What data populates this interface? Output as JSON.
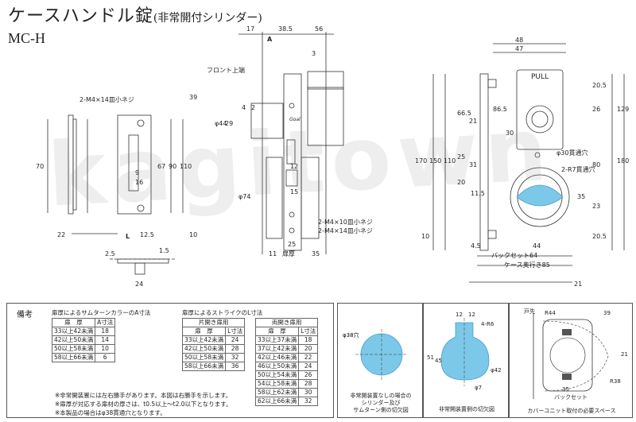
{
  "header": {
    "title": "ケースハンドル錠",
    "subtitle": "(非常開付シリンダー)",
    "model": "MC-H"
  },
  "drawing": {
    "dims_left": [
      "2-M4×14皿小ネジ",
      "70",
      "22",
      "L",
      "12.5",
      "2.5",
      "1.5",
      "24",
      "9",
      "16",
      "67",
      "90",
      "110",
      "39",
      "10"
    ],
    "dims_top": [
      "17",
      "38.5",
      "56",
      "A",
      "3",
      "フロント上端"
    ],
    "dims_mid": [
      "φ44",
      "29",
      "2",
      "4",
      "12",
      "15",
      "φ74",
      "25",
      "11",
      "扉厚",
      "35",
      "2-M4×10皿小ネジ",
      "2-M4×14皿小ネジ"
    ],
    "dims_right": [
      "48",
      "47",
      "PULL",
      "20.5",
      "26",
      "129",
      "180",
      "170",
      "150",
      "110",
      "66.5",
      "86.5",
      "30",
      "21",
      "25",
      "31",
      "20",
      "11.5",
      "35",
      "80",
      "23",
      "20.5",
      "10",
      "φ30貫通穴",
      "2-R7貫通穴",
      "4.5",
      "44",
      "バックセット64",
      "ケース奥行き85",
      "21"
    ],
    "brand": "Goal"
  },
  "notes": {
    "heading": "備考",
    "tableA": {
      "title": "扉厚によるサムターンカラーのA寸法",
      "headers": [
        "扉　厚",
        "A寸法"
      ],
      "rows": [
        [
          "33以上42未満",
          "18"
        ],
        [
          "42以上50未満",
          "14"
        ],
        [
          "50以上58未満",
          "10"
        ],
        [
          "58以上66未満",
          "6"
        ]
      ]
    },
    "tableL": {
      "title": "扉厚によるストライクのL寸法",
      "single_head": "片開き扉用",
      "double_head": "両開き扉用",
      "headers": [
        "扉　厚",
        "L寸法",
        "扉　厚",
        "L寸法"
      ],
      "single": [
        [
          "33以上42未満",
          "24"
        ],
        [
          "42以上50未満",
          "28"
        ],
        [
          "50以上58未満",
          "32"
        ],
        [
          "58以上66未満",
          "36"
        ]
      ],
      "double": [
        [
          "33以上37未満",
          "18"
        ],
        [
          "37以上42未満",
          "20"
        ],
        [
          "42以上46未満",
          "22"
        ],
        [
          "46以上50未満",
          "24"
        ],
        [
          "50以上54未満",
          "26"
        ],
        [
          "54以上58未満",
          "28"
        ],
        [
          "58以上62未満",
          "30"
        ],
        [
          "62以上66未満",
          "32"
        ]
      ]
    },
    "footnotes": [
      "※非常開装置には左右勝手があります。本図は右勝手を示します。",
      "※扉厚が対応する扉材の厚さは、t0.5以上～t2.0以下となります。",
      "※本製品の場合はφ38貫通穴となります。"
    ]
  },
  "panels": {
    "p1": {
      "label": "φ38穴",
      "caption": "非常開装置なしの場合の\nシリンダー及び\nサムターン側の切欠図"
    },
    "p2": {
      "dims": [
        "12",
        "12",
        "4-R6",
        "51",
        "45",
        "φ42",
        "φ7"
      ],
      "caption": "非常開装置側の切欠図"
    },
    "p3": {
      "dims": [
        "戸先",
        "R44",
        "39",
        "R38",
        "35",
        "バックセット",
        "21"
      ],
      "caption": "カバーユニット取付の必要スペース"
    }
  },
  "watermark": "kagitown",
  "colors": {
    "accent": "#7cc8e8",
    "line": "#333333"
  }
}
